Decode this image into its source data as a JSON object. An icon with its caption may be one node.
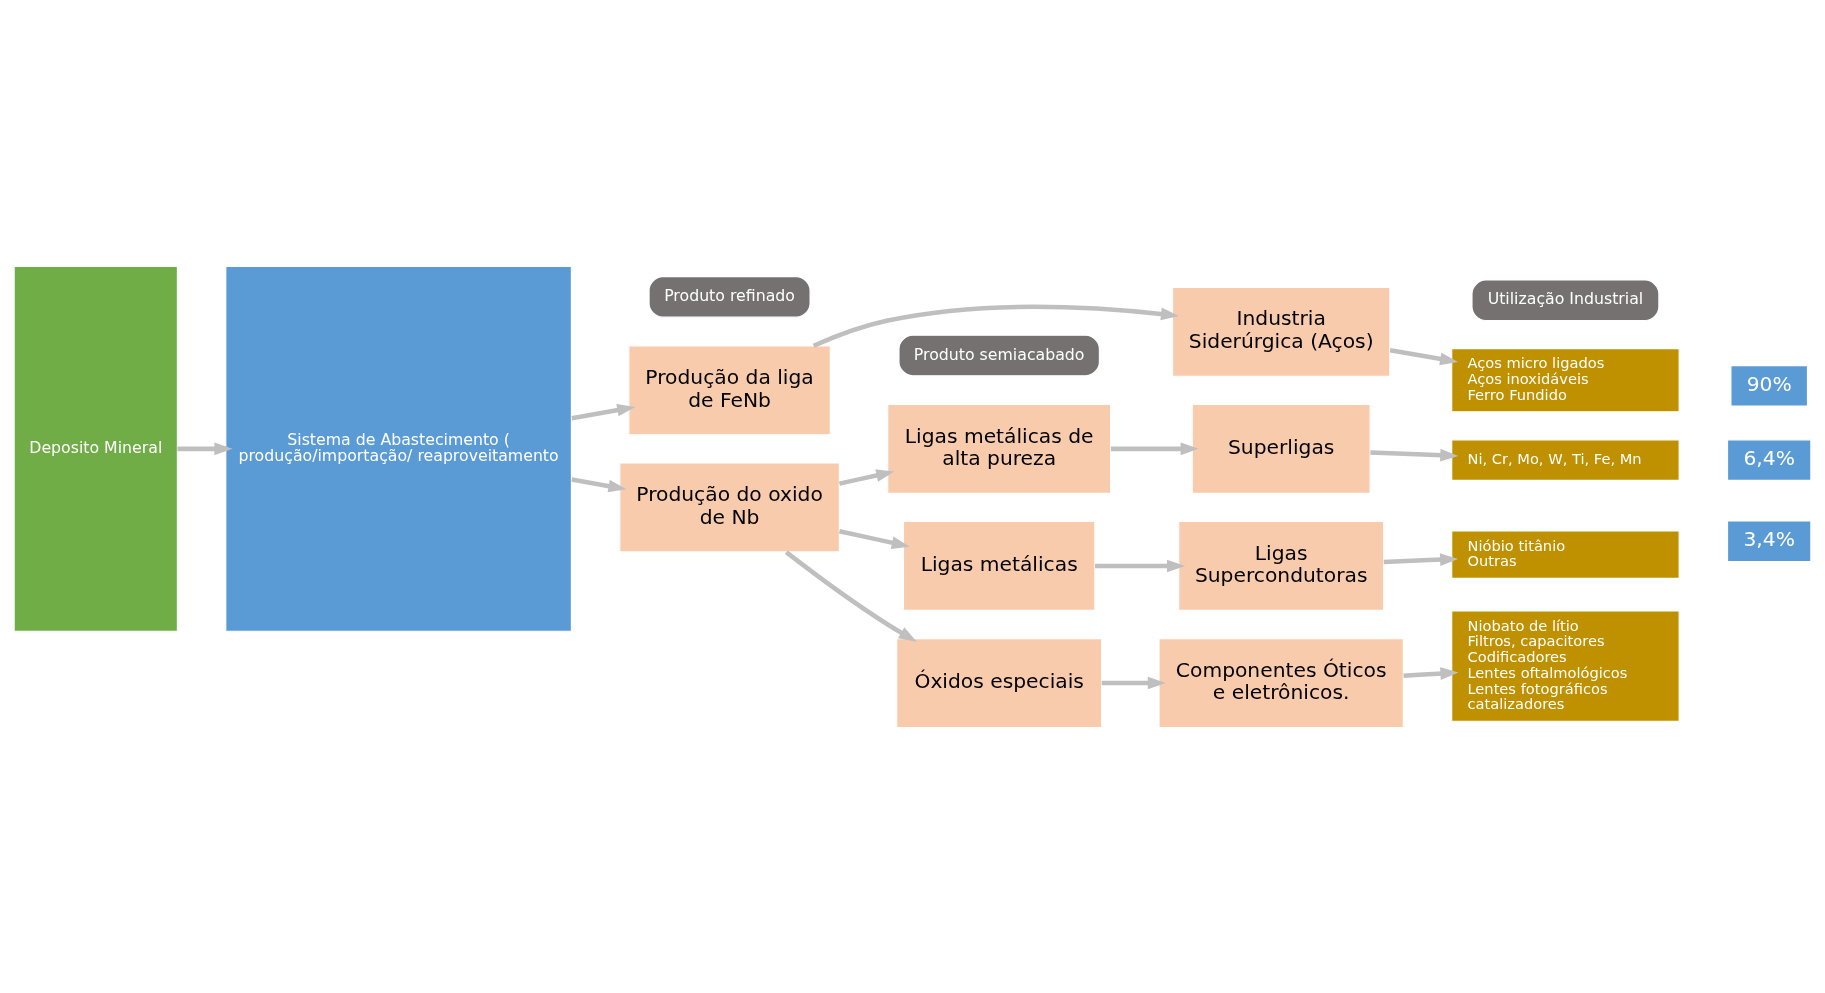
{
  "diagram": {
    "nodes": [
      {
        "text": [
          "Deposito Mineral"
        ]
      },
      {
        "text": [
          "Sistema de Abastecimento ( produção/importação/ reaproveitamento"
        ]
      },
      {
        "text": [
          "Produto refinado"
        ]
      },
      {
        "text": [
          "Produto semiacabado"
        ]
      },
      {
        "text": [
          "Utilização Industrial"
        ]
      },
      {
        "text": [
          "Produção da liga de FeNb"
        ]
      },
      {
        "text": [
          "Produção do oxido de Nb"
        ]
      },
      {
        "text": [
          "Ligas metálicas de alta pureza"
        ]
      },
      {
        "text": [
          "Ligas metálicas"
        ]
      },
      {
        "text": [
          "Óxidos especiais"
        ]
      },
      {
        "text": [
          "Industria Siderúrgica (Aços)"
        ]
      },
      {
        "text": [
          "Superligas"
        ]
      },
      {
        "text": [
          "Ligas Supercondutoras"
        ]
      },
      {
        "text": [
          "Componentes Óticos e eletrônicos."
        ]
      },
      {
        "text": [
          "Aços micro ligados",
          "Aços inoxidáveis",
          "Ferro Fundido"
        ]
      },
      {
        "text": [
          "Ni, Cr, Mo, W, Ti, Fe, Mn"
        ]
      },
      {
        "text": [
          "Nióbio titânio",
          "Outras"
        ]
      },
      {
        "text": [
          "Niobato de lítio",
          "Filtros, capacitores",
          "Codificadores",
          "Lentes oftalmológicos",
          "Lentes fotográficos",
          "catalizadores"
        ]
      },
      {
        "text": [
          "90%"
        ]
      },
      {
        "text": [
          "6,4%"
        ]
      },
      {
        "text": [
          "3,4%"
        ]
      }
    ],
    "edges": [
      {
        "from": 0,
        "to": 1,
        "arrow": "to"
      },
      {
        "from": 1,
        "to": 5,
        "arrow": "to"
      },
      {
        "from": 1,
        "to": 6,
        "arrow": "to"
      },
      {
        "from": 5,
        "to": 10,
        "arrow": "to"
      },
      {
        "from": 6,
        "to": 7,
        "arrow": "to"
      },
      {
        "from": 6,
        "to": 8,
        "arrow": "to"
      },
      {
        "from": 6,
        "to": 9,
        "arrow": "to"
      },
      {
        "from": 7,
        "to": 11,
        "arrow": "to"
      },
      {
        "from": 8,
        "to": 12,
        "arrow": "to"
      },
      {
        "from": 9,
        "to": 13,
        "arrow": "to"
      },
      {
        "from": 10,
        "to": 14,
        "arrow": "to"
      },
      {
        "from": 11,
        "to": 15,
        "arrow": "to"
      },
      {
        "from": 12,
        "to": 16,
        "arrow": "to"
      },
      {
        "from": 13,
        "to": 17,
        "arrow": "to"
      }
    ]
  }
}
